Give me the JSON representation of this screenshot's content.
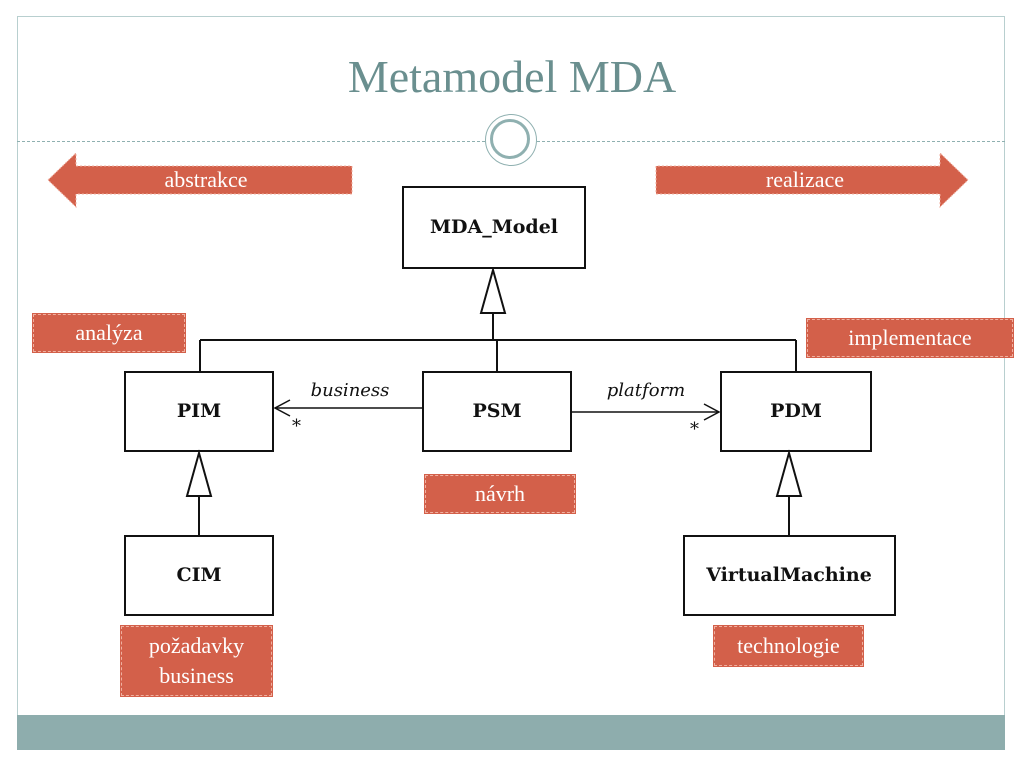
{
  "slide": {
    "title": "Metamodel MDA"
  },
  "arrows": {
    "left_label": "abstrakce",
    "right_label": "realizace"
  },
  "diagram": {
    "classes": {
      "mda_model": "MDA_Model",
      "pim": "PIM",
      "psm": "PSM",
      "pdm": "PDM",
      "cim": "CIM",
      "virtual_machine": "VirtualMachine"
    },
    "associations": {
      "business": "business",
      "platform": "platform",
      "multiplicity": "*"
    }
  },
  "tags": {
    "analyza": "analýza",
    "implementace": "implementace",
    "navrh": "návrh",
    "pozadavky_line1": "požadavky",
    "pozadavky_line2": "business",
    "technologie": "technologie"
  },
  "colors": {
    "accent": "#d3604a",
    "title": "#6a8f8f",
    "footer": "#8eadad"
  }
}
